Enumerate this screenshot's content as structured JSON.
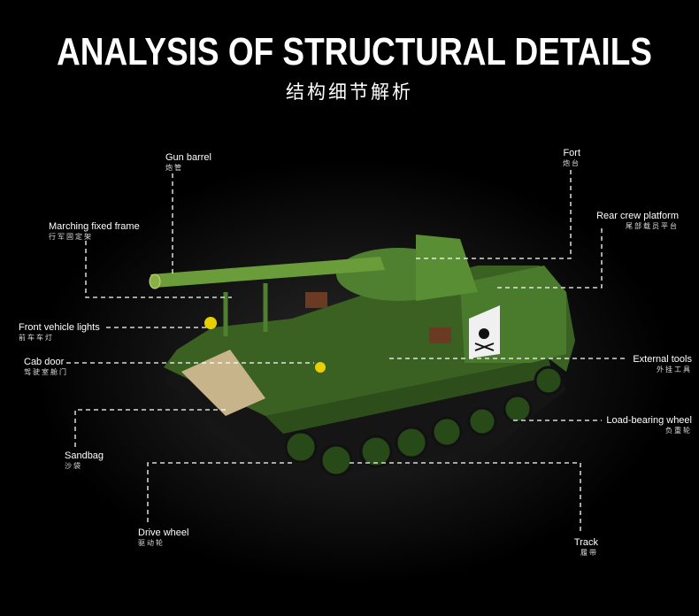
{
  "title": "ANALYSIS OF STRUCTURAL DETAILS",
  "subtitle": "结构细节解析",
  "callouts": [
    {
      "en": "Gun barrel",
      "cn": "炮管"
    },
    {
      "en": "Marching fixed frame",
      "cn": "行军固定架"
    },
    {
      "en": "Front vehicle lights",
      "cn": "前车车灯"
    },
    {
      "en": "Cab door",
      "cn": "驾驶室舱门"
    },
    {
      "en": "Sandbag",
      "cn": "沙袋"
    },
    {
      "en": "Drive wheel",
      "cn": "驱动轮"
    },
    {
      "en": "Fort",
      "cn": "炮台"
    },
    {
      "en": "Rear crew platform",
      "cn": "尾部载员平台"
    },
    {
      "en": "External tools",
      "cn": "外挂工具"
    },
    {
      "en": "Load-bearing wheel",
      "cn": "负重轮"
    },
    {
      "en": "Track",
      "cn": "履带"
    }
  ],
  "colors": {
    "background": "#000000",
    "tank_green": "#3f6b25",
    "accent_yellow": "#e8d000"
  }
}
